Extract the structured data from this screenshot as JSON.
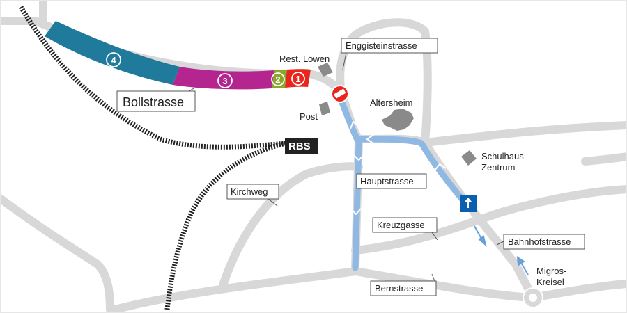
{
  "labels": {
    "bollstrasse": "Bollstrasse",
    "enggisteinstrasse": "Enggisteinstrasse",
    "rest_loewen": "Rest. Löwen",
    "post": "Post",
    "altersheim": "Altersheim",
    "rbs": "RBS",
    "schulhaus_line1": "Schulhaus",
    "schulhaus_line2": "Zentrum",
    "hauptstrasse": "Hauptstrasse",
    "kirchweg": "Kirchweg",
    "kreuzgasse": "Kreuzgasse",
    "bahnhofstrasse": "Bahnhofstrasse",
    "migros_line1": "Migros-",
    "migros_line2": "Kreisel",
    "bernstrasse": "Bernstrasse"
  },
  "segments": [
    {
      "number": "4",
      "color": "#1f7a9c"
    },
    {
      "number": "3",
      "color": "#b5258f"
    },
    {
      "number": "2",
      "color": "#8aa62b"
    },
    {
      "number": "1",
      "color": "#e8261e"
    }
  ],
  "colors": {
    "road": "#d8d8d8",
    "detour": "#8fb8e3",
    "detour_arrow": "#6a9fd8",
    "building": "#8a8a8a",
    "rail": "#222222",
    "one_way_sign": "#0b5fb0",
    "no_entry_sign": "#e8261e"
  },
  "icons": {
    "no_entry": "no-entry-sign-icon",
    "one_way": "one-way-sign-icon",
    "roundabout": "roundabout-icon"
  }
}
